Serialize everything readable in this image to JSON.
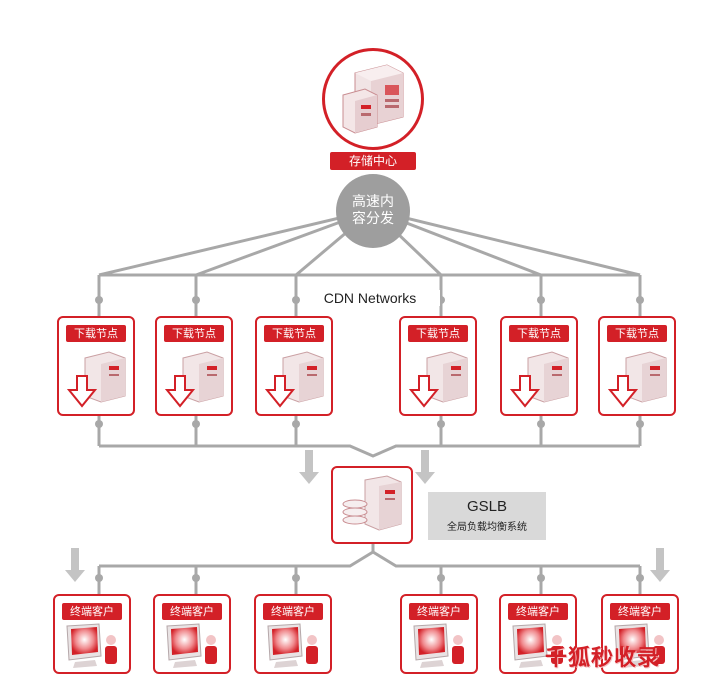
{
  "storage": {
    "label": "存储中心"
  },
  "hub": {
    "line1": "高速内",
    "line2": "容分发"
  },
  "cdn": {
    "label": "CDN Networks"
  },
  "download_nodes": [
    {
      "label": "下载节点"
    },
    {
      "label": "下载节点"
    },
    {
      "label": "下载节点"
    },
    {
      "label": "下载节点"
    },
    {
      "label": "下载节点"
    },
    {
      "label": "下载节点"
    }
  ],
  "gslb": {
    "title": "GSLB",
    "subtitle": "全局负载均衡系统"
  },
  "clients": [
    {
      "label": "终端客户"
    },
    {
      "label": "终端客户"
    },
    {
      "label": "终端客户"
    },
    {
      "label": "终端客户"
    },
    {
      "label": "终端客户"
    },
    {
      "label": "终端客户"
    }
  ],
  "watermark": {
    "text": "千狐秒收录"
  },
  "colors": {
    "accent": "#d32027",
    "line": "#a8a8a8",
    "hub": "#9e9e9e"
  }
}
